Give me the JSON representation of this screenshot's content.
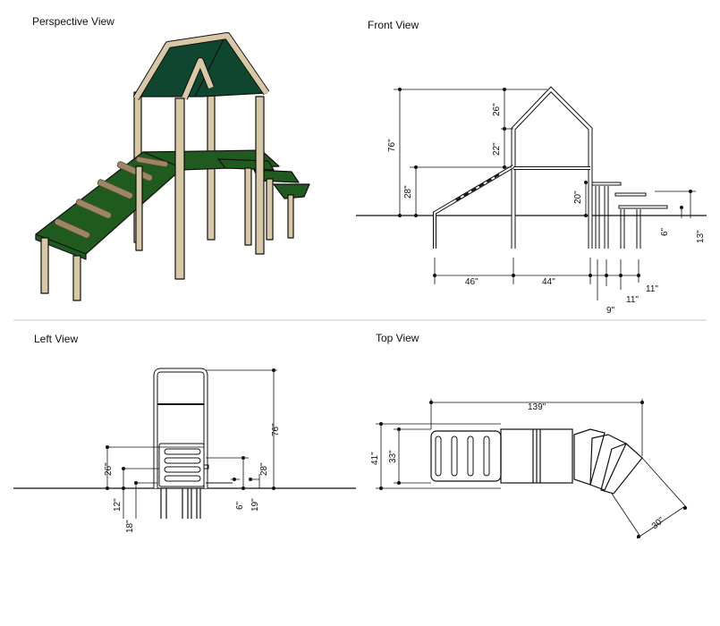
{
  "views": {
    "perspective": {
      "title": "Perspective View"
    },
    "front": {
      "title": "Front View",
      "dims": {
        "height": "76\"",
        "roof": "26\"",
        "mid": "22\"",
        "ramp_h": "28\"",
        "step_h": "20\"",
        "ramp_w": "46\"",
        "deck_w": "44\"",
        "step1": "9\"",
        "step2": "11\"",
        "step3": "11\"",
        "low_h": "6\"",
        "right_h": "13\""
      }
    },
    "left": {
      "title": "Left View",
      "dims": {
        "height": "76\"",
        "ramp": "26\"",
        "side": "28\"",
        "a": "12\"",
        "b": "18\"",
        "c": "6\"",
        "d": "19\""
      }
    },
    "top": {
      "title": "Top View",
      "dims": {
        "length": "139\"",
        "outer": "41\"",
        "inner": "33\"",
        "steps": "30\""
      }
    }
  },
  "colors": {
    "deck": "#1f5a1f",
    "roof": "#0f4630",
    "post": "#d8c8a5",
    "bone": "#9c8665",
    "line": "#111111"
  }
}
